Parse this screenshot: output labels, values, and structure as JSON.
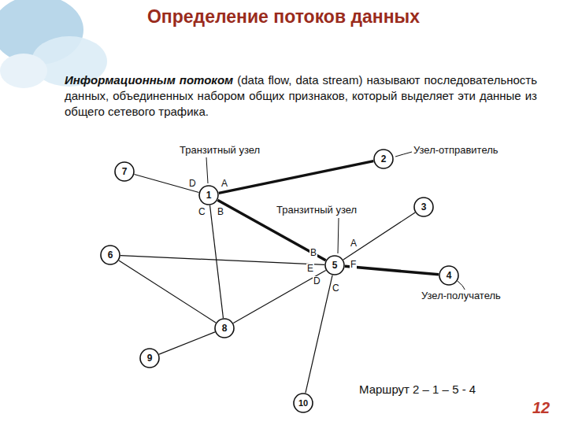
{
  "diagram": {
    "title": "Определение потоков данных",
    "nodes": [
      {
        "text": [
          "2"
        ]
      },
      {
        "text": [
          "7"
        ]
      },
      {
        "text": [
          "1"
        ]
      },
      {
        "text": [
          "3"
        ]
      },
      {
        "text": [
          "6"
        ]
      },
      {
        "text": [
          "5"
        ]
      },
      {
        "text": [
          "4"
        ]
      },
      {
        "text": [
          "8"
        ]
      },
      {
        "text": [
          "9"
        ]
      },
      {
        "text": [
          "10"
        ]
      }
    ],
    "edges": [
      {
        "from": 2,
        "to": 0,
        "arrow": "none"
      },
      {
        "from": 2,
        "to": 1,
        "arrow": "none"
      },
      {
        "from": 2,
        "to": 5,
        "arrow": "none"
      },
      {
        "from": 2,
        "to": 7,
        "arrow": "none"
      },
      {
        "from": 5,
        "to": 3,
        "arrow": "none"
      },
      {
        "from": 5,
        "to": 6,
        "arrow": "none"
      },
      {
        "from": 5,
        "to": 4,
        "arrow": "none"
      },
      {
        "from": 5,
        "to": 7,
        "arrow": "none"
      },
      {
        "from": 5,
        "to": 9,
        "arrow": "none"
      },
      {
        "from": 4,
        "to": 7,
        "arrow": "none"
      },
      {
        "from": 7,
        "to": 8,
        "arrow": "none"
      }
    ],
    "labels": [
      "Информационным потоком",
      "(data flow, data stream) называют последовательность данных, объединенных набором общих признаков, который выделяет эти данные из общего сетевого трафика.",
      "Транзитный узел",
      "Узел-отправитель",
      "D",
      "A",
      "C",
      "B",
      "Транзитный узел",
      "B",
      "A",
      "E",
      "F",
      "D",
      "C",
      "Узел-получатель",
      "Маршрут 2 – 1 – 5 - 4",
      "12"
    ]
  }
}
